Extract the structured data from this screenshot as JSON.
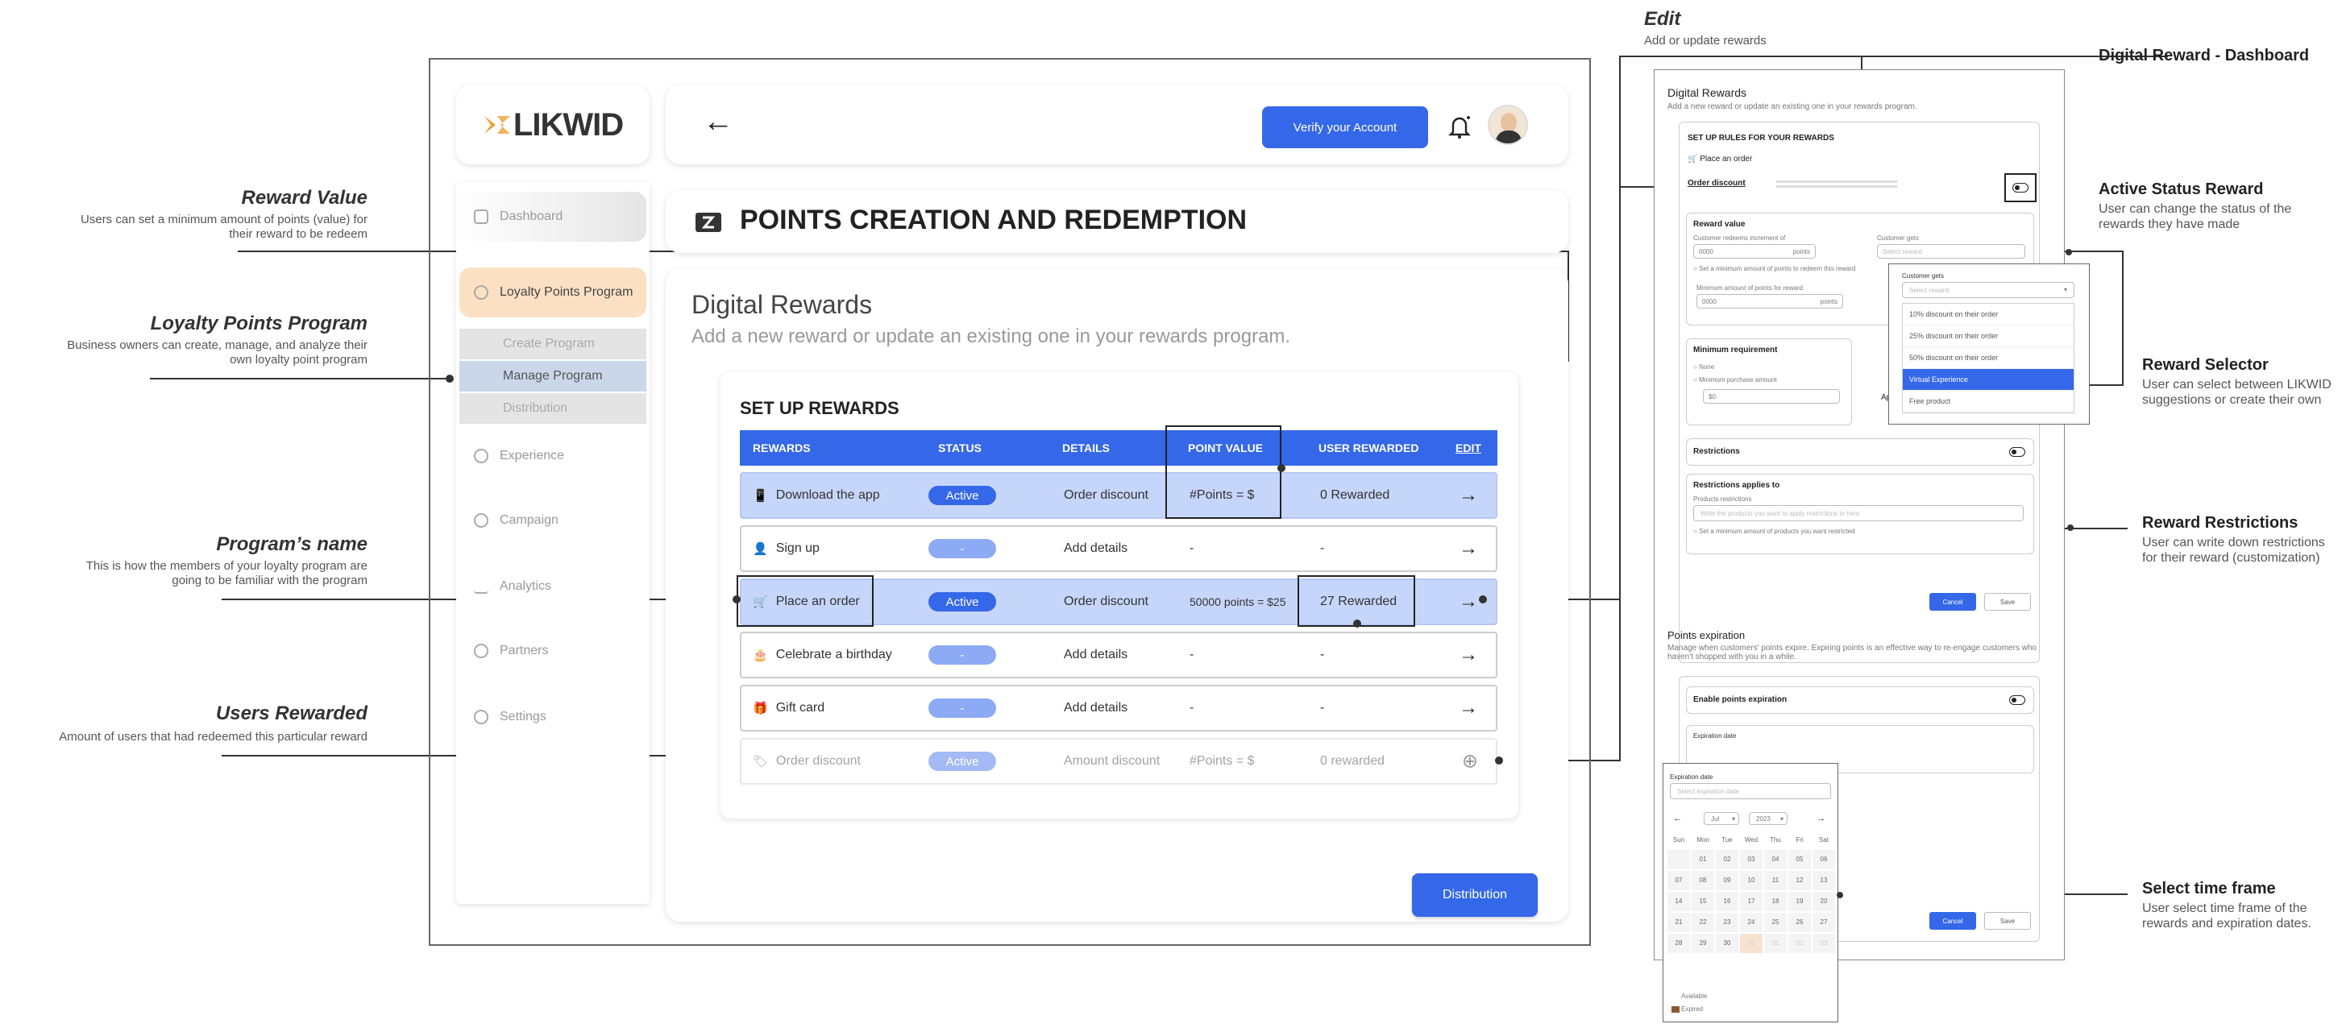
{
  "annotations": {
    "edit": {
      "title": "Edit",
      "desc": "Add or update rewards"
    },
    "digital_dashboard": {
      "title": "Digital Reward - Dashboard"
    },
    "reward_value": {
      "title": "Reward Value",
      "desc1": "Users can set a minimum amount of points (value) for",
      "desc2": "their reward to be redeem"
    },
    "loyalty_program": {
      "title": "Loyalty Points Program",
      "desc1": "Business owners can create, manage, and analyze their",
      "desc2": "own loyalty point program"
    },
    "program_name": {
      "title": "Program’s name",
      "desc1": "This is how the members of your loyalty program are",
      "desc2": "going to be familiar with the program"
    },
    "users_rewarded": {
      "title": "Users Rewarded",
      "desc1": "Amount of users that had redeemed this particular reward"
    },
    "active_status": {
      "title": "Active Status Reward",
      "desc1": "User can change the status of the",
      "desc2": "rewards they have made"
    },
    "reward_selector": {
      "title": "Reward Selector",
      "desc1": "User can select between LIKWID",
      "desc2": "suggestions or create their own"
    },
    "reward_restrictions": {
      "title": "Reward Restrictions",
      "desc1": "User can write down restrictions",
      "desc2": "for their reward (customization)"
    },
    "time_frame": {
      "title": "Select time frame",
      "desc1": "User select time frame of the",
      "desc2": "rewards and expiration dates."
    }
  },
  "app": {
    "logo": "LIKWID",
    "verify_button": "Verify your Account",
    "page_title": "POINTS CREATION AND REDEMPTION",
    "section_title": "Digital Rewards",
    "section_subtitle": "Add a new reward or update an existing one in your rewards program.",
    "table_title": "SET UP REWARDS",
    "distribution_button": "Distribution",
    "accent": "#3568e8"
  },
  "sidebar": {
    "dashboard": "Dashboard",
    "loyalty": "Loyalty Points Program",
    "create": "Create Program",
    "manage": "Manage Program",
    "distribution": "Distribution",
    "experience": "Experience",
    "campaign": "Campaign",
    "analytics": "Analytics",
    "partners": "Partners",
    "settings": "Settings"
  },
  "table": {
    "headers": [
      "REWARDS",
      "STATUS",
      "DETAILS",
      "POINT VALUE",
      "USER REWARDED",
      "EDIT"
    ],
    "rows": [
      {
        "name": "Download the app",
        "status": "Active",
        "details": "Order discount",
        "points": "#Points = $",
        "rewarded": "0 Rewarded"
      },
      {
        "name": "Sign up",
        "status": "-",
        "details": "Add details",
        "points": "-",
        "rewarded": "-"
      },
      {
        "name": "Place an order",
        "status": "Active",
        "details": "Order discount",
        "points": "50000 points = $25",
        "rewarded": "27 Rewarded"
      },
      {
        "name": "Celebrate a birthday",
        "status": "-",
        "details": "Add details",
        "points": "-",
        "rewarded": "-"
      },
      {
        "name": "Gift card",
        "status": "-",
        "details": "Add details",
        "points": "-",
        "rewarded": "-"
      },
      {
        "name": "Order discount",
        "status": "Active",
        "details": "Amount discount",
        "points": "#Points = $",
        "rewarded": "0 rewarded"
      }
    ]
  },
  "detail": {
    "title": "Digital Rewards",
    "subtitle": "Add a new reward or update an existing one in your rewards program.",
    "rules_title": "SET UP RULES FOR YOUR REWARDS",
    "place_order": "Place an order",
    "order_discount": "Order discount",
    "reward_value": "Reward value",
    "redeems_label": "Customer redeems increment of",
    "redeems_value": "0000",
    "points_unit": "points",
    "gets_label": "Customer gets",
    "gets_placeholder": "Select reward",
    "min_points_check": "Set a minimum amount of points to redeem this reward",
    "min_points_label": "Minimum amount of points for reward",
    "min_points_value": "0000",
    "dropdown_title": "Customer gets",
    "dropdown_placeholder": "Select reward",
    "dropdown_options": [
      "10% discount on their order",
      "25% discount on their order",
      "50% discount on their order",
      "Virtual Experience",
      "Free product"
    ],
    "min_req": "Minimum requirement",
    "none": "None",
    "min_purchase": "Minimum purchase amount",
    "min_purchase_value": "$0",
    "applies_to": "Applies to",
    "restrictions": "Restrictions",
    "restr_applies": "Restrictions applies to",
    "products_restr": "Products restrictions",
    "restr_placeholder": "Write the products you want to apply restrictions to here",
    "restr_min": "Set a minimum amount of products you want restricted",
    "cancel": "Cancel",
    "save": "Save",
    "expiration_title": "Points expiration",
    "expiration_desc": "Manage when customers' points expire. Expiring points is an effective way to re-engage customers who haven't shopped with you in a while.",
    "enable_expiration": "Enable points expiration",
    "expiration_date": "Expiration date",
    "select_date": "Select expiration date",
    "cal_month": "Jul",
    "cal_year": "2023",
    "cal_days": [
      "Sun",
      "Mon",
      "Tue",
      "Wed",
      "Thu",
      "Fri",
      "Sat"
    ],
    "cal_dates": [
      "",
      "01",
      "02",
      "03",
      "04",
      "05",
      "06",
      "07",
      "08",
      "09",
      "10",
      "11",
      "12",
      "13",
      "14",
      "15",
      "16",
      "17",
      "18",
      "19",
      "20",
      "21",
      "22",
      "23",
      "24",
      "25",
      "26",
      "27",
      "28",
      "29",
      "30",
      "31",
      "01",
      "02",
      "03"
    ],
    "available": "Available",
    "expired": "Expired"
  }
}
